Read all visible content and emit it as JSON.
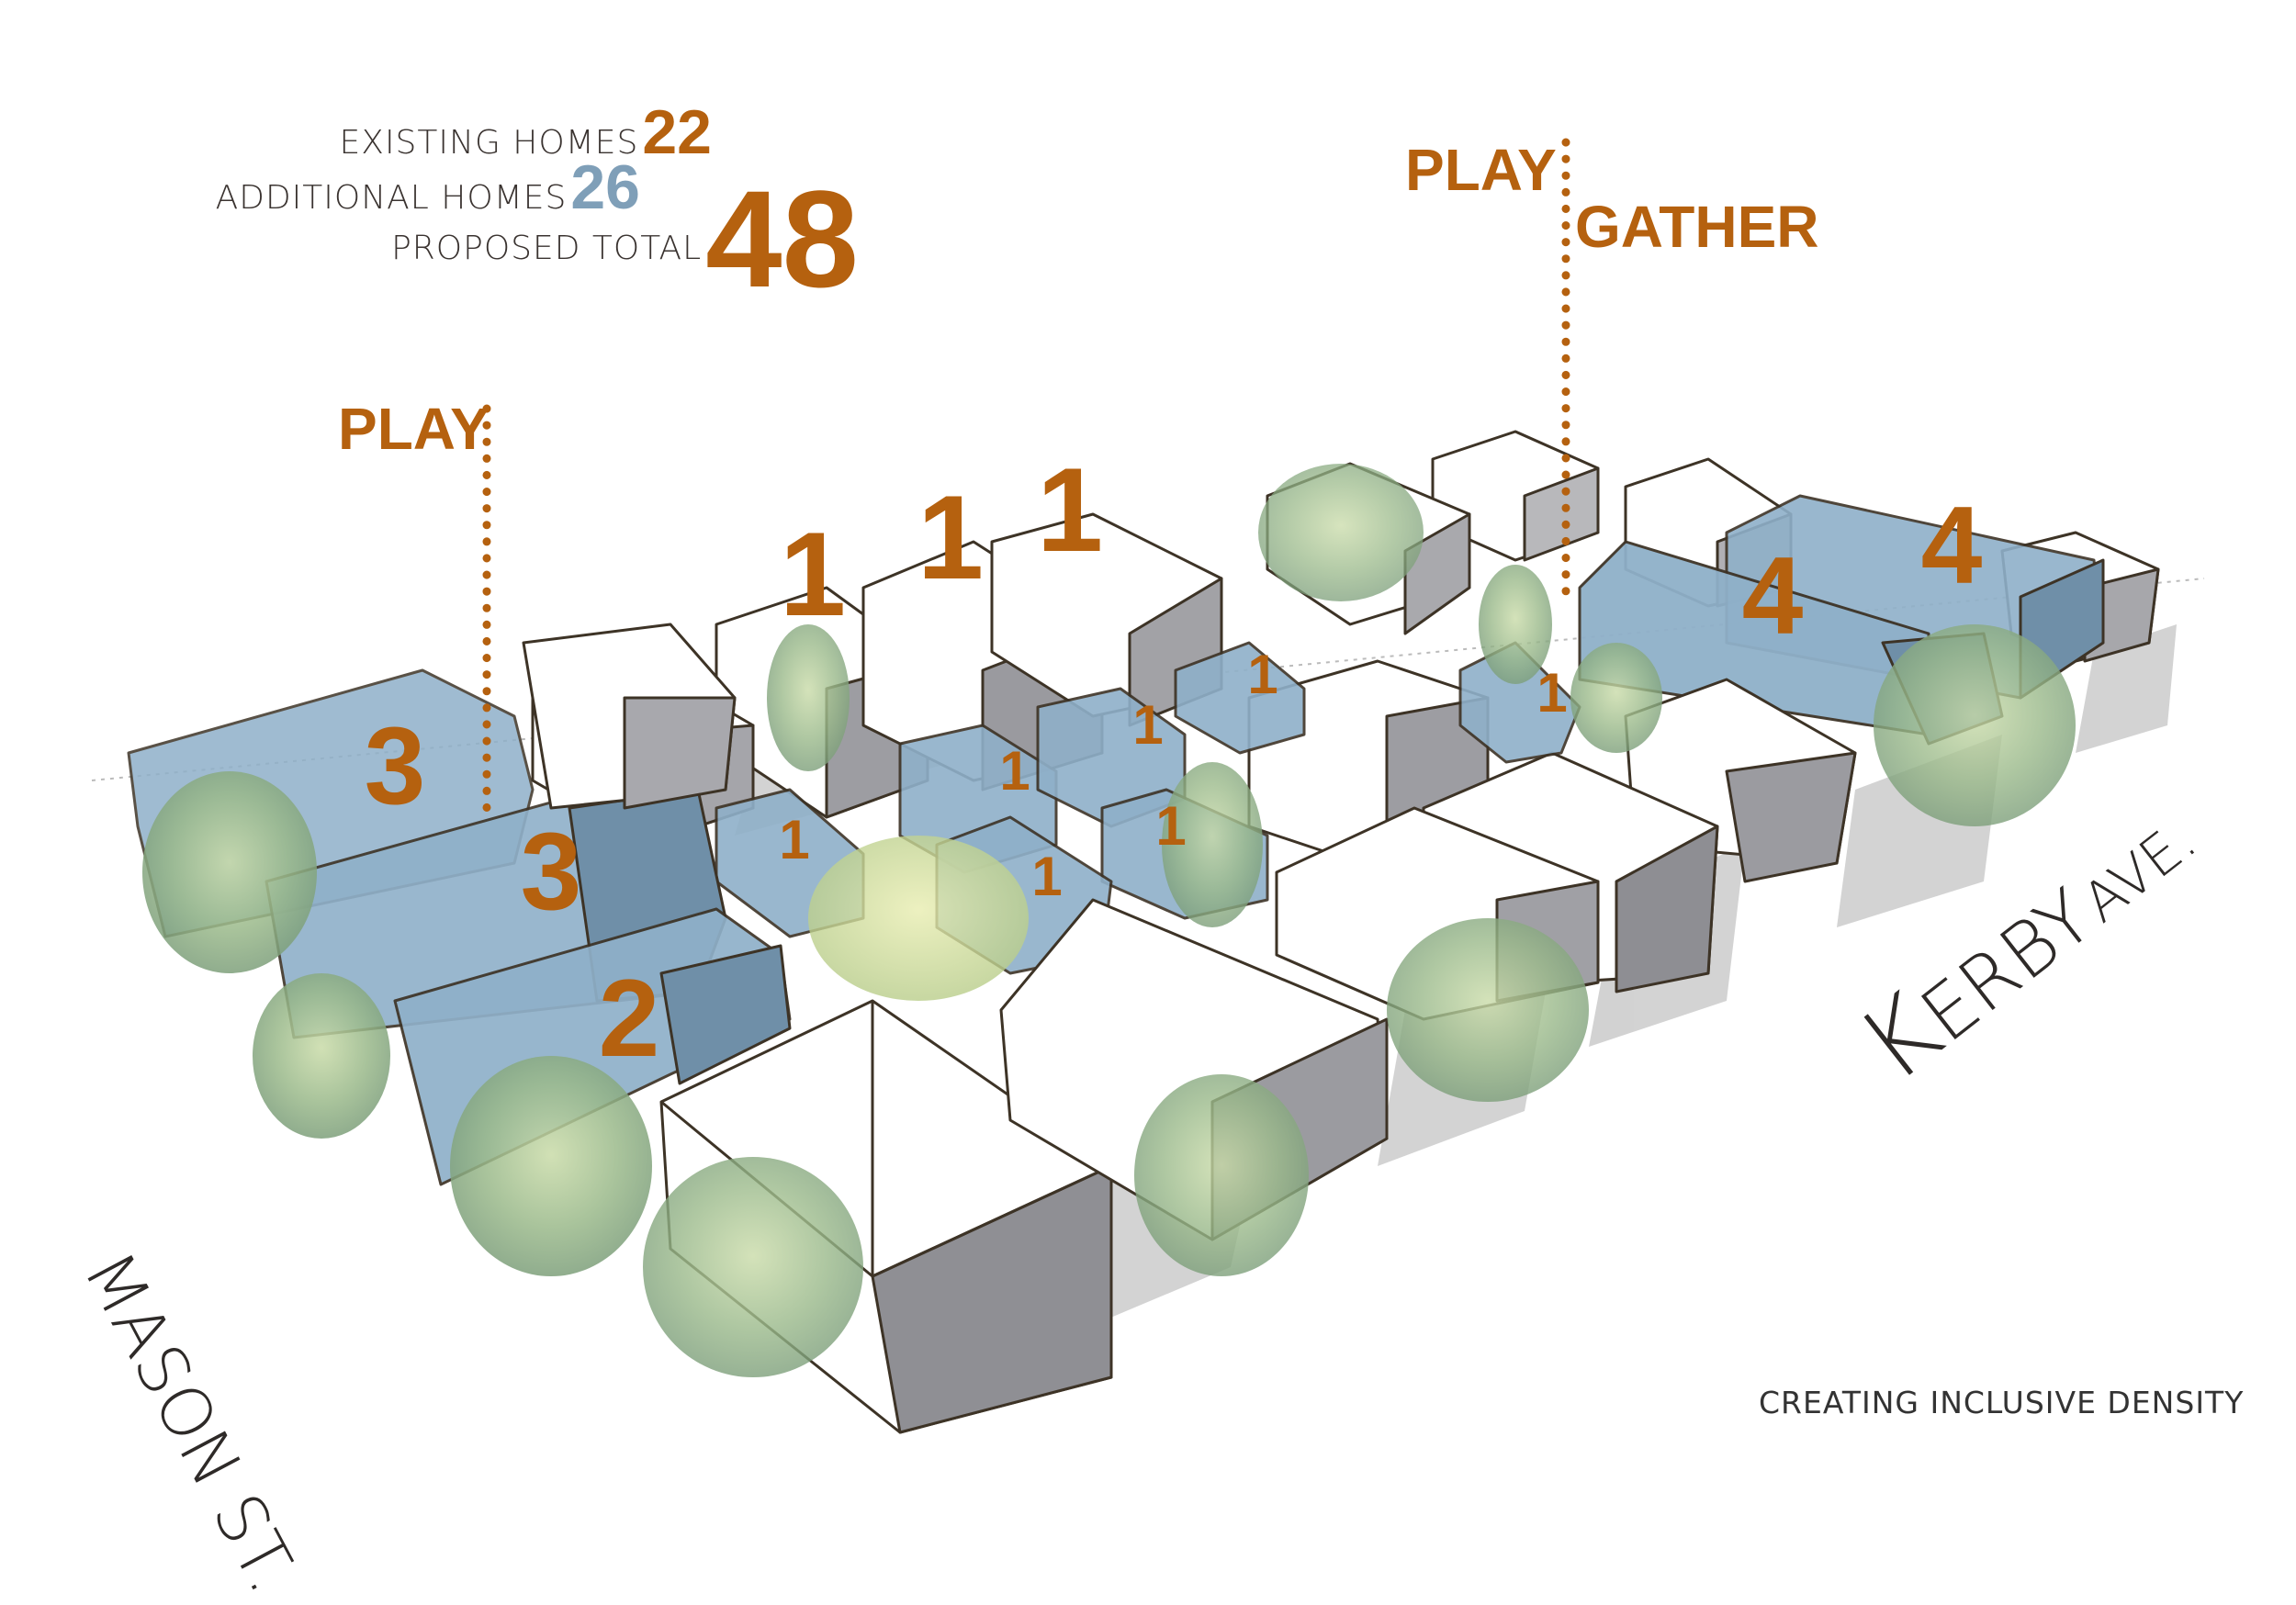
{
  "stats": {
    "existing_label": "EXISTING HOMES",
    "existing_value": "22",
    "additional_label": "ADDITIONAL HOMES",
    "additional_value": "26",
    "total_label": "PROPOSED TOTAL",
    "total_value": "48"
  },
  "zones": {
    "play_left": "PLAY",
    "play_right": "PLAY",
    "gather": "GATHER"
  },
  "unit_counts": [
    "3",
    "3",
    "2",
    "1",
    "1",
    "1",
    "1",
    "1",
    "1",
    "1",
    "1",
    "1",
    "1",
    "4",
    "4"
  ],
  "streets": {
    "mason_prefix": "MASON",
    "mason_suffix": "ST.",
    "kerby_k": "K",
    "kerby_rest": "ERBY",
    "kerby_ave": "AVE."
  },
  "caption": "CREATING INCLUSIVE DENSITY",
  "colors": {
    "accent_orange": "#b5610f",
    "new_home_blue": "#8fb0c9",
    "additional_value_blue": "#7f9fb8"
  }
}
